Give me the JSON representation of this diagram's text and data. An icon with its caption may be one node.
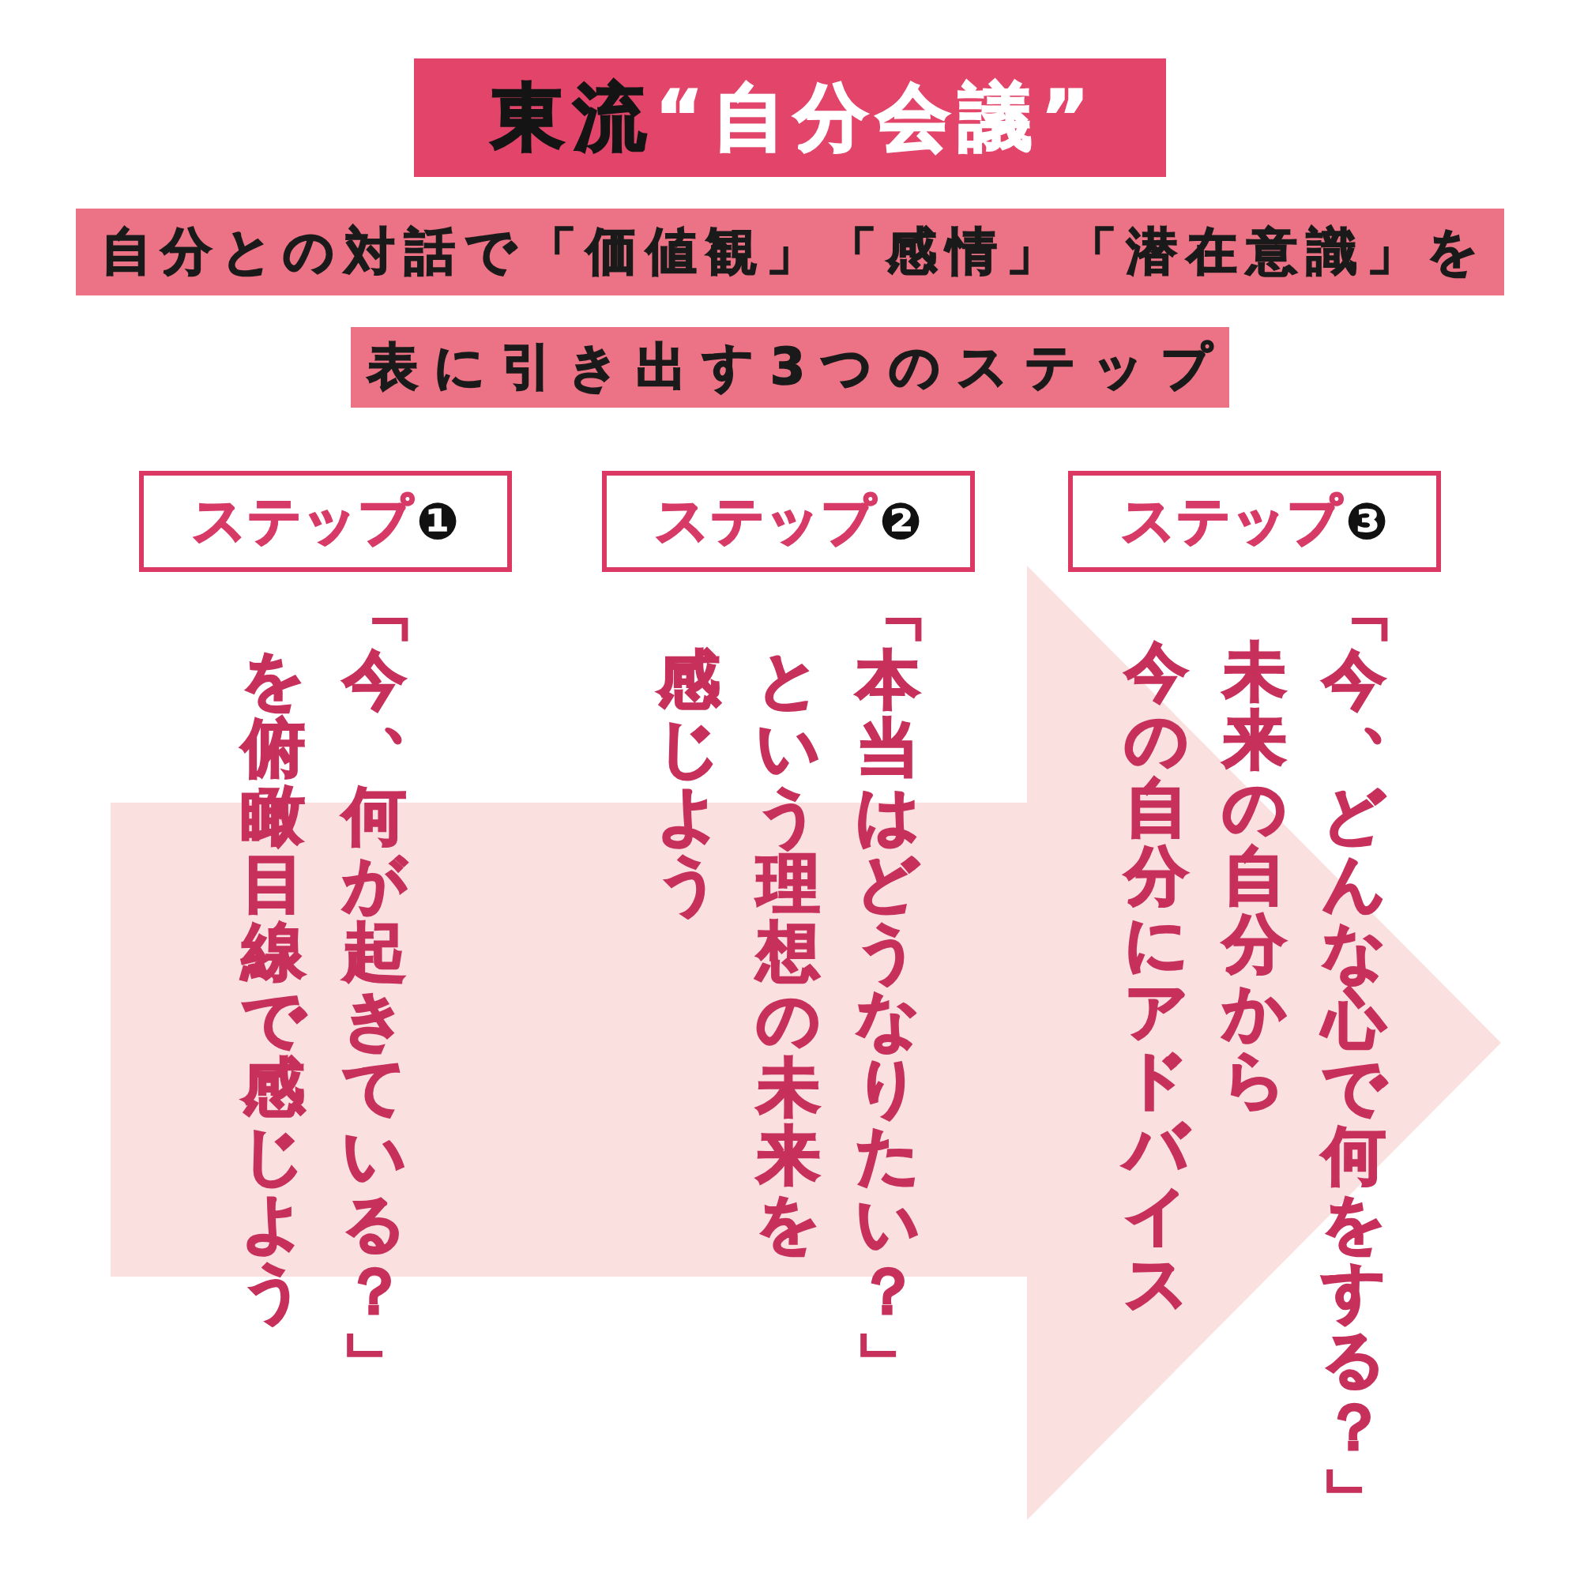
{
  "diagram": {
    "nodes": [
      {
        "text": [
          "東流",
          "“自分会議”"
        ]
      },
      {
        "text": [
          "自分との対話で「価値観」「感情」「潜在意識」を"
        ]
      },
      {
        "text": [
          "表に引き出す3つのステップ"
        ]
      },
      {
        "text": [
          "ステップ❶"
        ],
        "beside": [
          "「今、何が起きている？」を俯瞰目線で感じよう"
        ]
      },
      {
        "text": [
          "ステップ❷"
        ],
        "beside": [
          "「本当はどうなりたい？」という理想の未来を感じよう"
        ]
      },
      {
        "text": [
          "ステップ❸"
        ],
        "beside": [
          "「今、どんな心で何をする？」",
          "未来の自分から今の自分にアドバイス"
        ]
      }
    ]
  }
}
